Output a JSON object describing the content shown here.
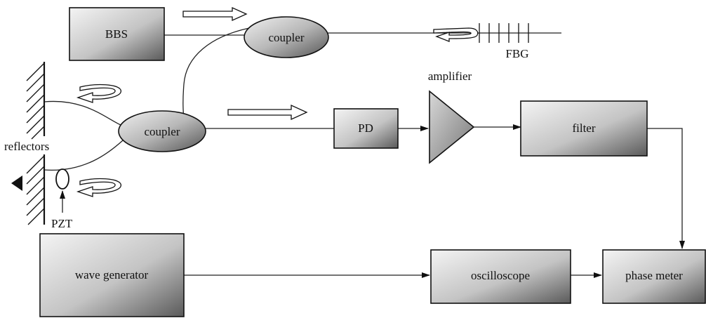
{
  "labels": {
    "bbs": "BBS",
    "coupler_top": "coupler",
    "coupler_left": "coupler",
    "fbg": "FBG",
    "amplifier": "amplifier",
    "pd": "PD",
    "filter": "filter",
    "reflectors": "reflectors",
    "pzt": "PZT",
    "wave_generator": "wave generator",
    "oscilloscope": "oscilloscope",
    "phase_meter": "phase meter"
  },
  "colors": {
    "box_light": "#f4f4f4",
    "box_dark": "#5a5a5a",
    "line": "#222222"
  }
}
